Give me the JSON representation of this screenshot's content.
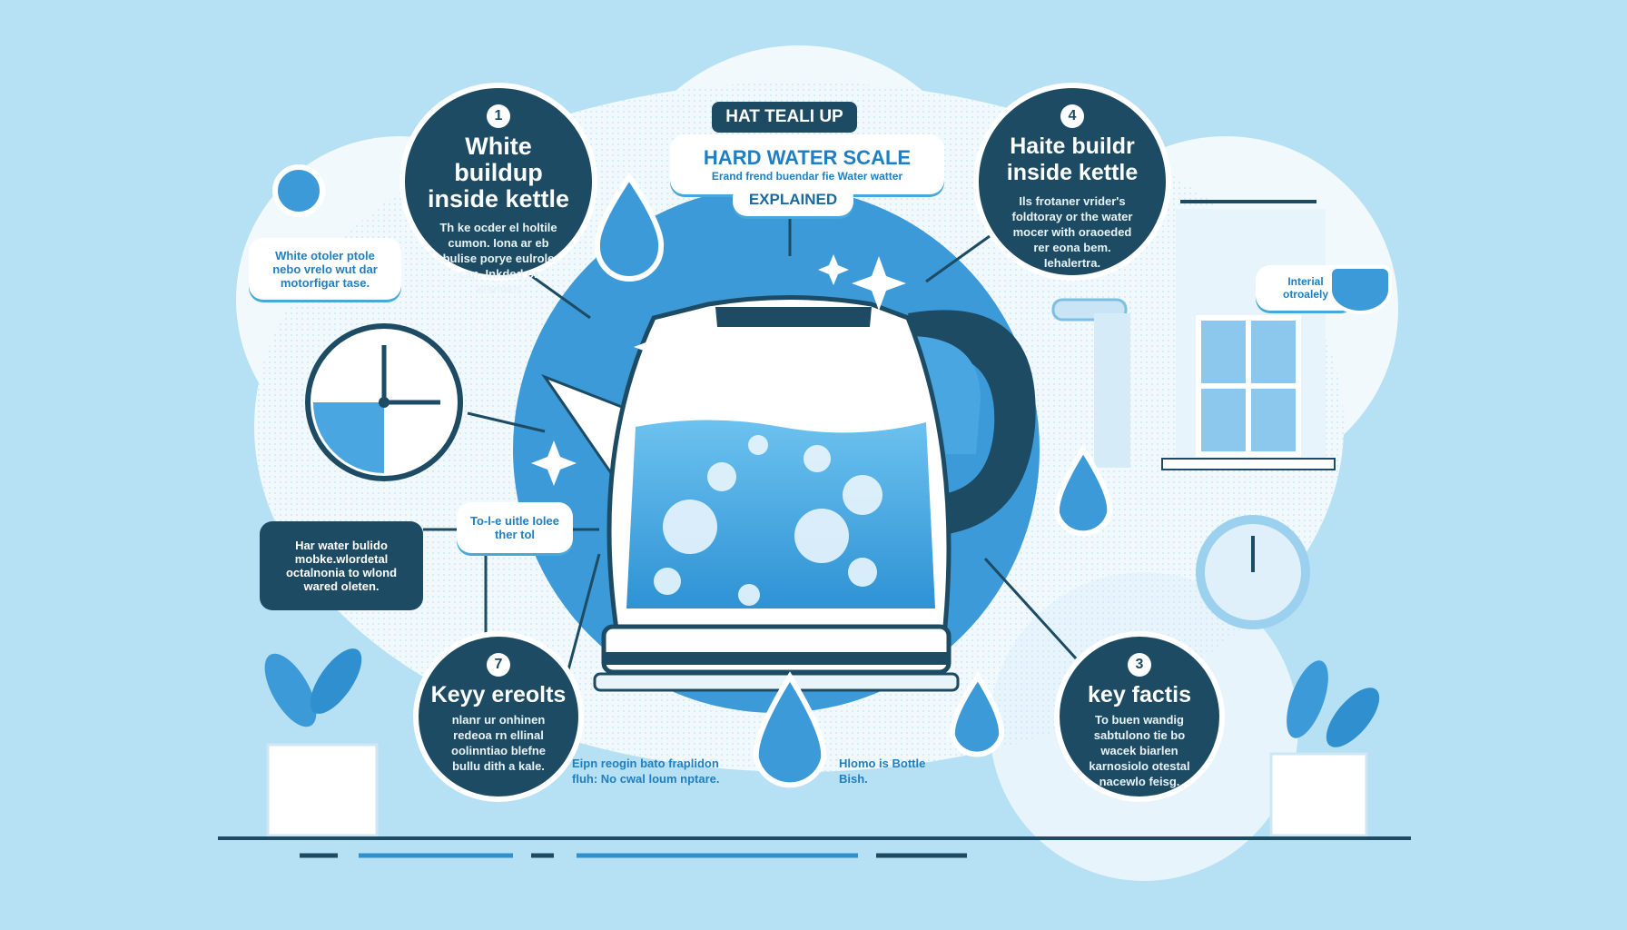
{
  "header": {
    "tag": "HAT TEALI UP",
    "title": "HARD WATER SCALE",
    "subtitle": "Erand frend buendar fie Water watter",
    "explained": "EXPLAINED"
  },
  "callouts": [
    {
      "number": "1",
      "title": "White buildup inside kettle",
      "body": "Th ke ocder el holtile cumon. Iona ar eb bulise porye eulrole can. Inkded or elamien"
    },
    {
      "number": "4",
      "title": "Haite buildr inside kettle",
      "body": "Ils frotaner vrider's foldtoray or the water mocer with oraoeded rer eona bem. Iehalertra."
    },
    {
      "number": "7",
      "title": "Keyy ereolts",
      "body": "nlanr ur onhinen redeoa rn ellinal oolinntiao blefne bullu dith a kale."
    },
    {
      "number": "3",
      "title": "key factis",
      "body": "To buen wandig sabtulono tie bo wacek biarlen karnosiolo otestal nacewlo feisg."
    }
  ],
  "notes": {
    "top_left": "White otoler ptole nebo vrelo wut dar motorfigar tase.",
    "mid_left_dark": "Har water bulido mobke.wlordetal octalnonia to wlond wared oleten.",
    "mid_small": "To-l-e uitle Iolee ther tol",
    "right_tag": "Interial otroalely",
    "bottom_left": "Eipn reogin bato fraplidon fluh: No cwal loum nptare.",
    "bottom_right": "Hlomo is Bottle Bish."
  },
  "colors": {
    "background": "#b6e0f4",
    "dark": "#1c4b63",
    "accent": "#2f8fcf",
    "light": "#e3f3fb"
  },
  "icons": [
    "water-drop-icon",
    "clock-icon",
    "sparkle-icon",
    "plant-icon",
    "faucet-icon",
    "window-icon",
    "heart-icon",
    "kettle-icon"
  ]
}
